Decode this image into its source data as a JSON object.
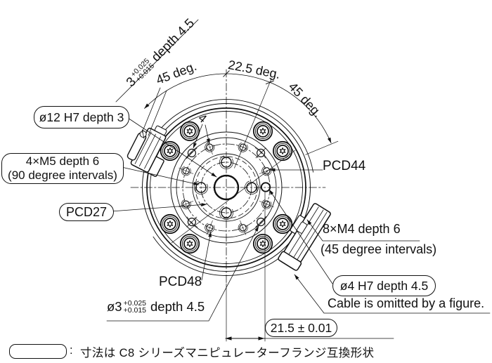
{
  "drawing": {
    "kind": "robot-flange-dimension-drawing",
    "colors": {
      "line": "#111111",
      "background": "#ffffff"
    }
  },
  "labels": {
    "center_hole": "ø12 H7 depth 3",
    "m5_line1": "4×M5 depth 6",
    "m5_line2": "(90 degree intervals)",
    "pcd27": "PCD27",
    "pcd44": "PCD44",
    "pcd48": "PCD48",
    "m4_line1": "8×M4 depth 6",
    "m4_line2": "(45 degree intervals)",
    "pin4": "ø4 H7 depth 4.5",
    "cable_note": "Cable is omitted by a figure.",
    "dim_offset": "21.5 ± 0.01",
    "angle_left": "45 deg.",
    "angle_mid": "22.5 deg.",
    "angle_right": "45 deg.",
    "qty_mark": "4",
    "pin3": {
      "prefix": "ø3",
      "tol_upper": "+0.025",
      "tol_lower": "+0.015",
      "suffix": "depth 4.5"
    },
    "slot": {
      "prefix": "3",
      "tol_upper": "+0.025",
      "tol_lower": "+0.015",
      "suffix": "depth 4.5"
    },
    "legend": {
      "separator": ":",
      "note": "寸法は C8 シリーズマニピュレーターフランジ互換形状"
    }
  }
}
